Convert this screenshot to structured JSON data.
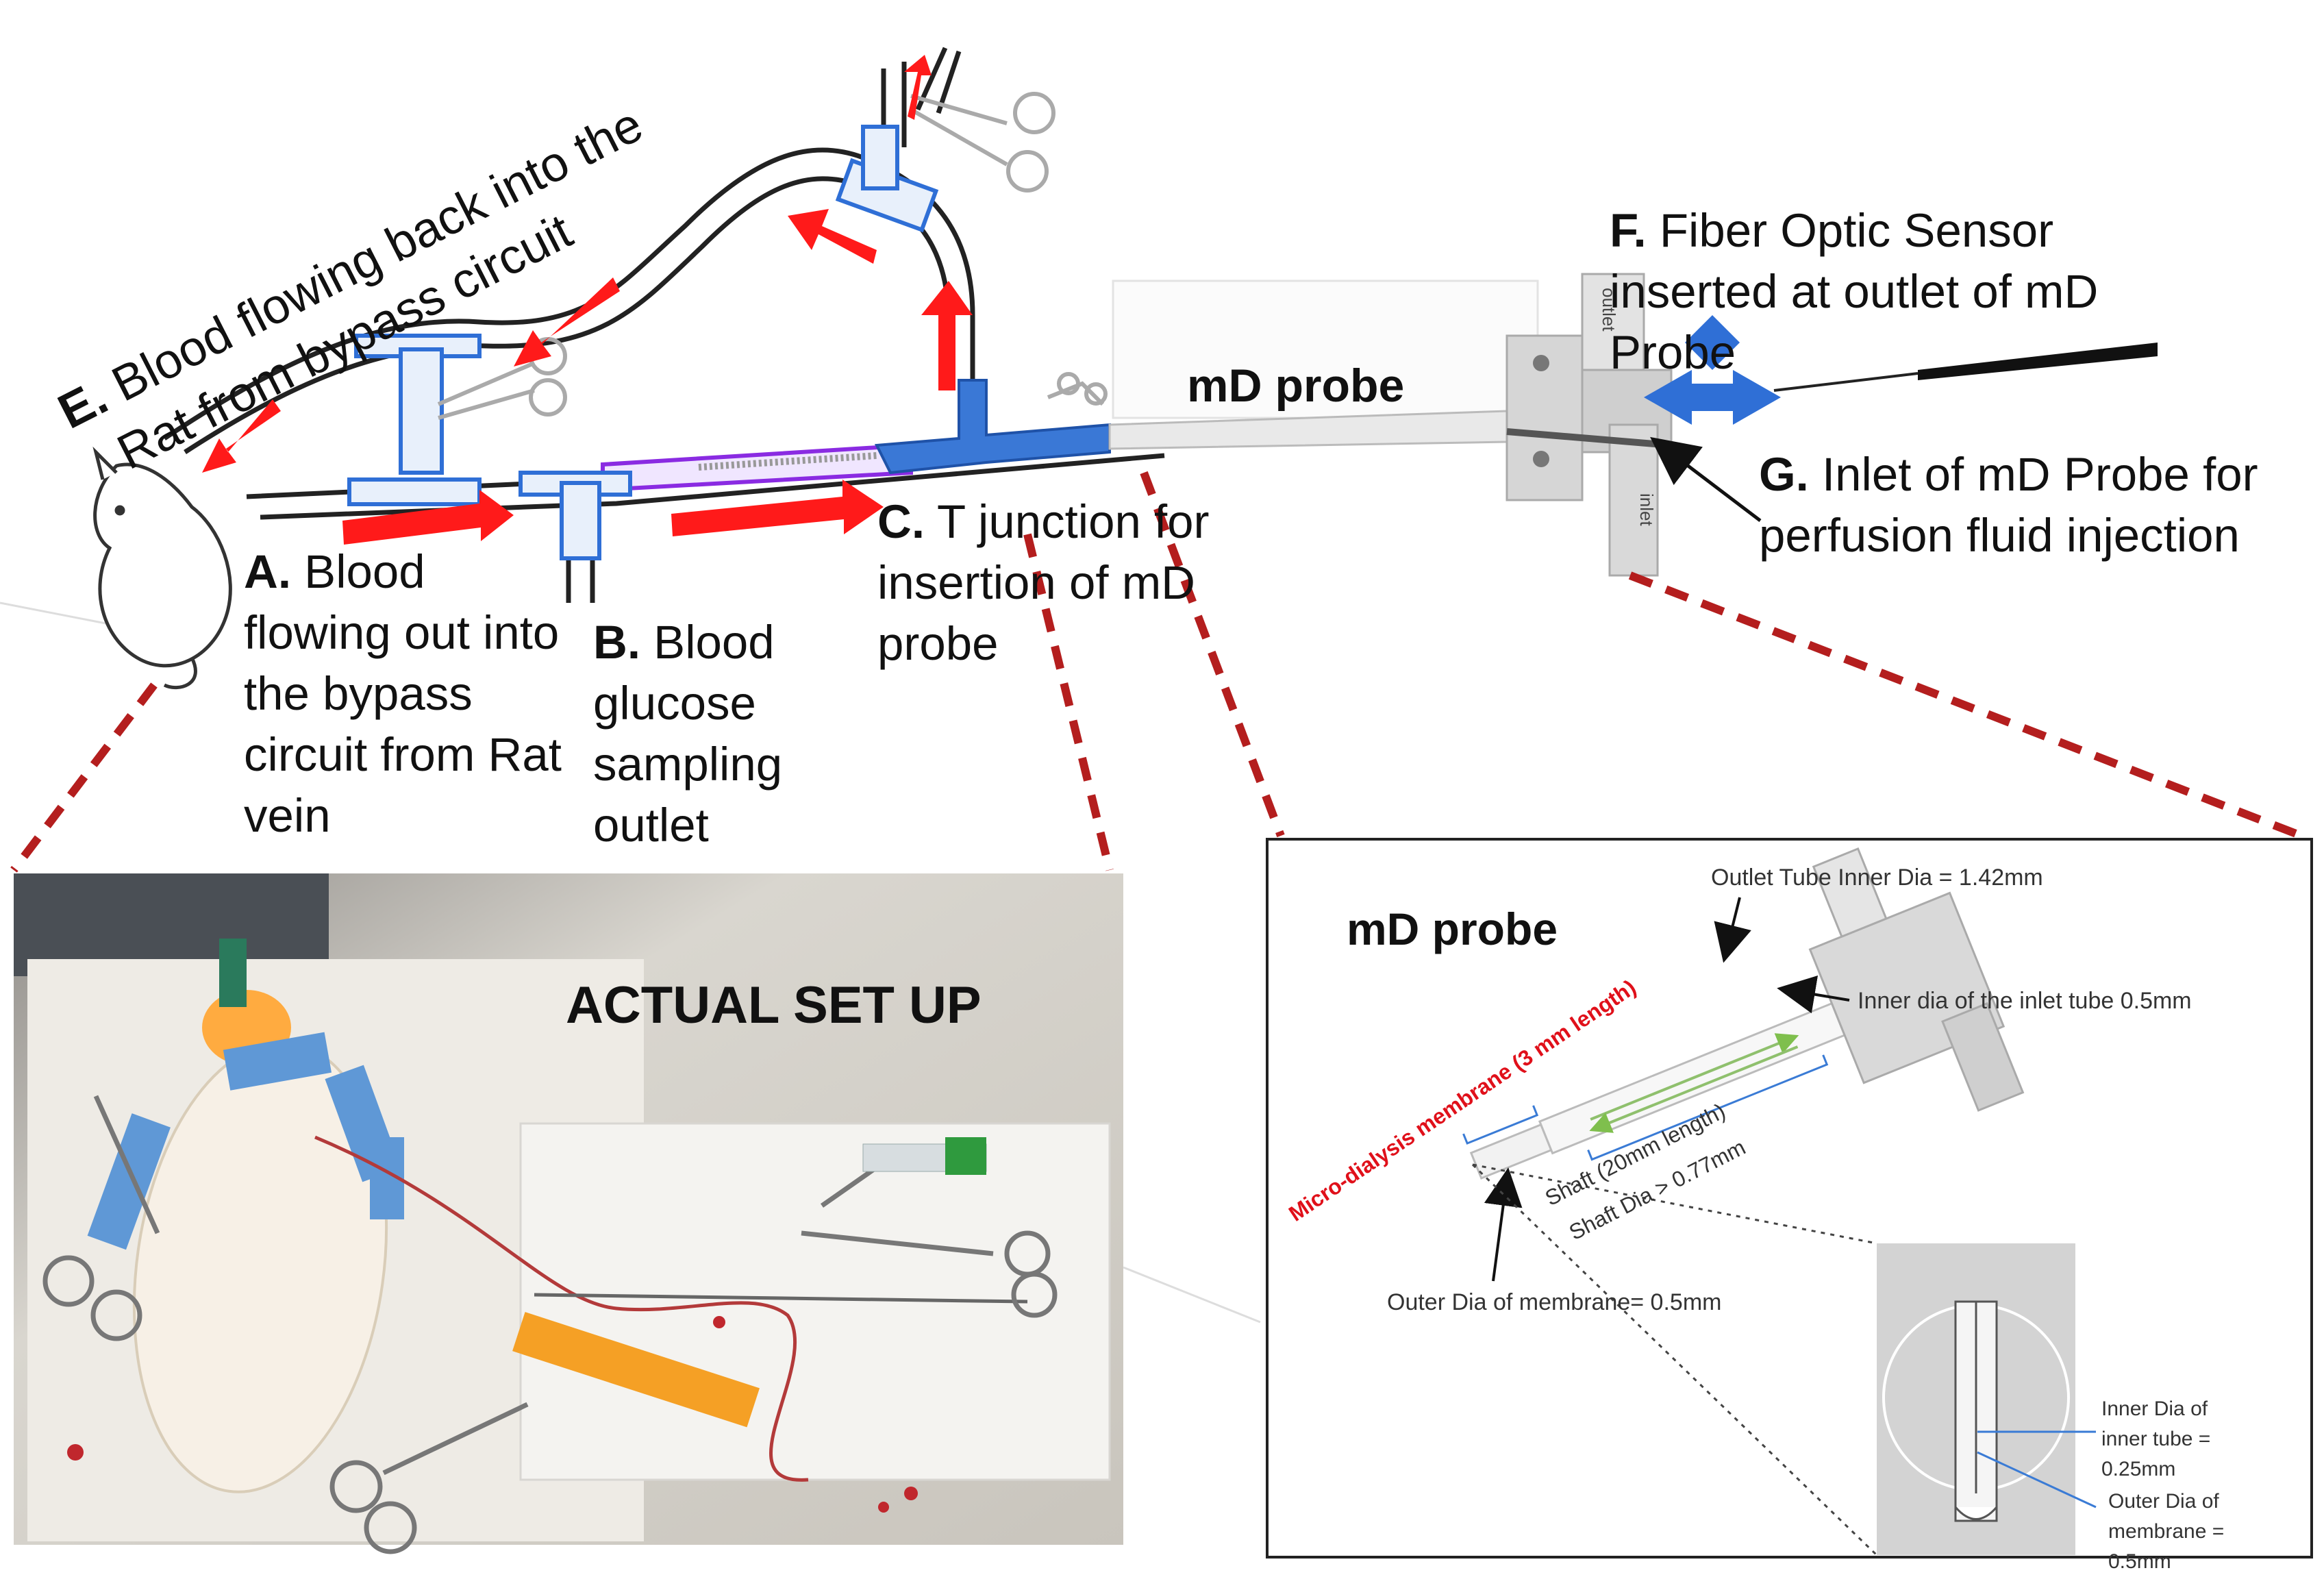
{
  "labels": {
    "A": {
      "letter": "A.",
      "lines": [
        "Blood",
        "flowing out into",
        "the bypass",
        "circuit from Rat",
        "vein"
      ]
    },
    "B": {
      "letter": "B.",
      "lines": [
        "Blood",
        "glucose",
        "sampling",
        "outlet"
      ]
    },
    "C": {
      "letter": "C.",
      "lines": [
        "T junction for",
        "insertion of mD",
        "probe"
      ]
    },
    "E": {
      "letter": "E.",
      "lines": [
        "Blood flowing back into the",
        "Rat from bypass circuit"
      ]
    },
    "F": {
      "letter": "F.",
      "lines": [
        "Fiber Optic Sensor",
        "inserted at outlet of mD",
        "Probe"
      ]
    },
    "G": {
      "letter": "G.",
      "lines": [
        "Inlet of mD Probe for",
        "perfusion fluid injection"
      ]
    }
  },
  "md_probe_label": "mD probe",
  "photo": {
    "title": "ACTUAL SET UP"
  },
  "inset": {
    "title": "mD probe",
    "outlet_tube": "Outlet Tube Inner Dia  = 1.42mm",
    "inlet_tube": "Inner dia of the inlet tube 0.5mm",
    "membrane": "Micro-dialysis membrane (3 mm length)",
    "shaft_length": "Shaft (20mm length)",
    "shaft_dia": "Shaft Dia > 0.77mm",
    "outer_dia_membrane": "Outer Dia of membrane= 0.5mm",
    "inner_dia_inner_tube": [
      "Inner Dia of",
      "inner tube  =",
      "0.25mm"
    ],
    "outer_dia_membrane_detail": [
      "Outer Dia of",
      "membrane  =",
      "0.5mm"
    ],
    "outlet_tag": "outlet",
    "inlet_tag": "inlet"
  },
  "colors": {
    "arrow_red": "#ff1a1a",
    "dash_red": "#b41e1e",
    "tube_blue": "#2f6fd6",
    "probe_purple": "#8a2be2",
    "sensor_blue": "#2f6fd6"
  }
}
